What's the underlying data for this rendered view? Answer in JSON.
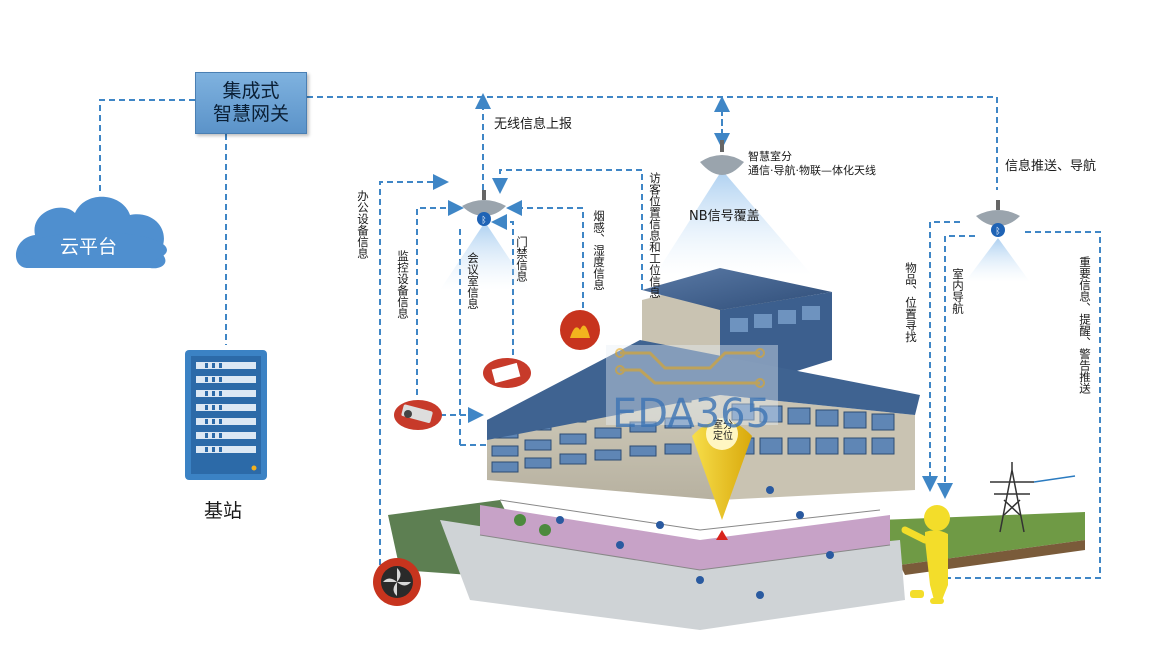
{
  "gateway": {
    "line1": "集成式",
    "line2": "智慧网关"
  },
  "cloud": {
    "label": "云平台"
  },
  "base_station": {
    "label": "基站"
  },
  "labels": {
    "wireless_report": "无线信息上报",
    "smart_room_title": "智慧室分",
    "smart_room_sub": "通信·导航·物联—体化天线",
    "nb_coverage": "NB信号覆盖",
    "info_push": "信息推送、导航",
    "office_device": "办公设备信息",
    "monitor_device": "监控设备信息",
    "meeting_room": "会议室信息",
    "access_control": "门禁信息",
    "smoke_humidity": "烟感、湿度信息",
    "visitor_location": "访客位置信息和工位信息",
    "item_location": "物品、位置寻找",
    "indoor_nav": "室内导航",
    "important_info": "重要信息、提醒、警告推送",
    "pin_label": "室分定位",
    "watermark": "EDA365"
  },
  "colors": {
    "dash": "#3f86c6",
    "cloud": "#4f8fcf",
    "gateway": "#6aa3d6",
    "server": "#3b82c4",
    "pin": "#f2cb1b"
  }
}
